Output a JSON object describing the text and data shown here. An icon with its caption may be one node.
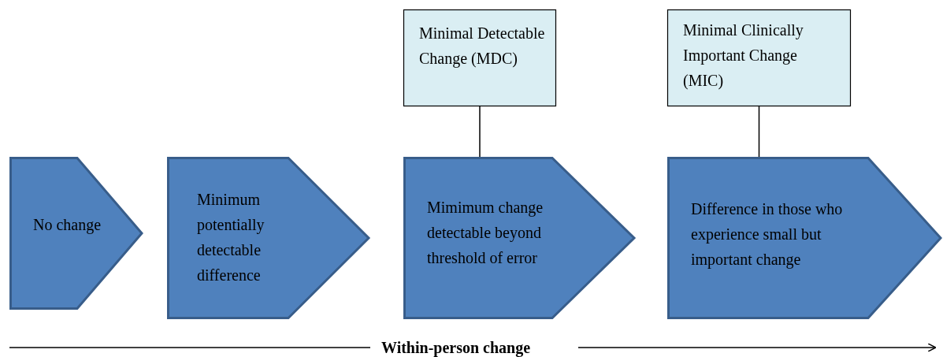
{
  "diagram": {
    "nodes": [
      {
        "text": [
          "No change"
        ]
      },
      {
        "text": [
          "Minimum potentially detectable difference"
        ]
      },
      {
        "text": [
          "Mimimum change detectable beyond threshold of error"
        ]
      },
      {
        "text": [
          "Difference in those who experience small but important change"
        ]
      },
      {
        "text": [
          "Minimal Detectable Change (MDC)"
        ]
      },
      {
        "text": [
          "Minimal Clinically Important Change (MIC)"
        ]
      }
    ],
    "edges": [
      {
        "from": 4,
        "to": 2,
        "arrow": "none"
      },
      {
        "from": 5,
        "to": 3,
        "arrow": "none"
      }
    ],
    "labels": [
      "Within-person change"
    ]
  }
}
